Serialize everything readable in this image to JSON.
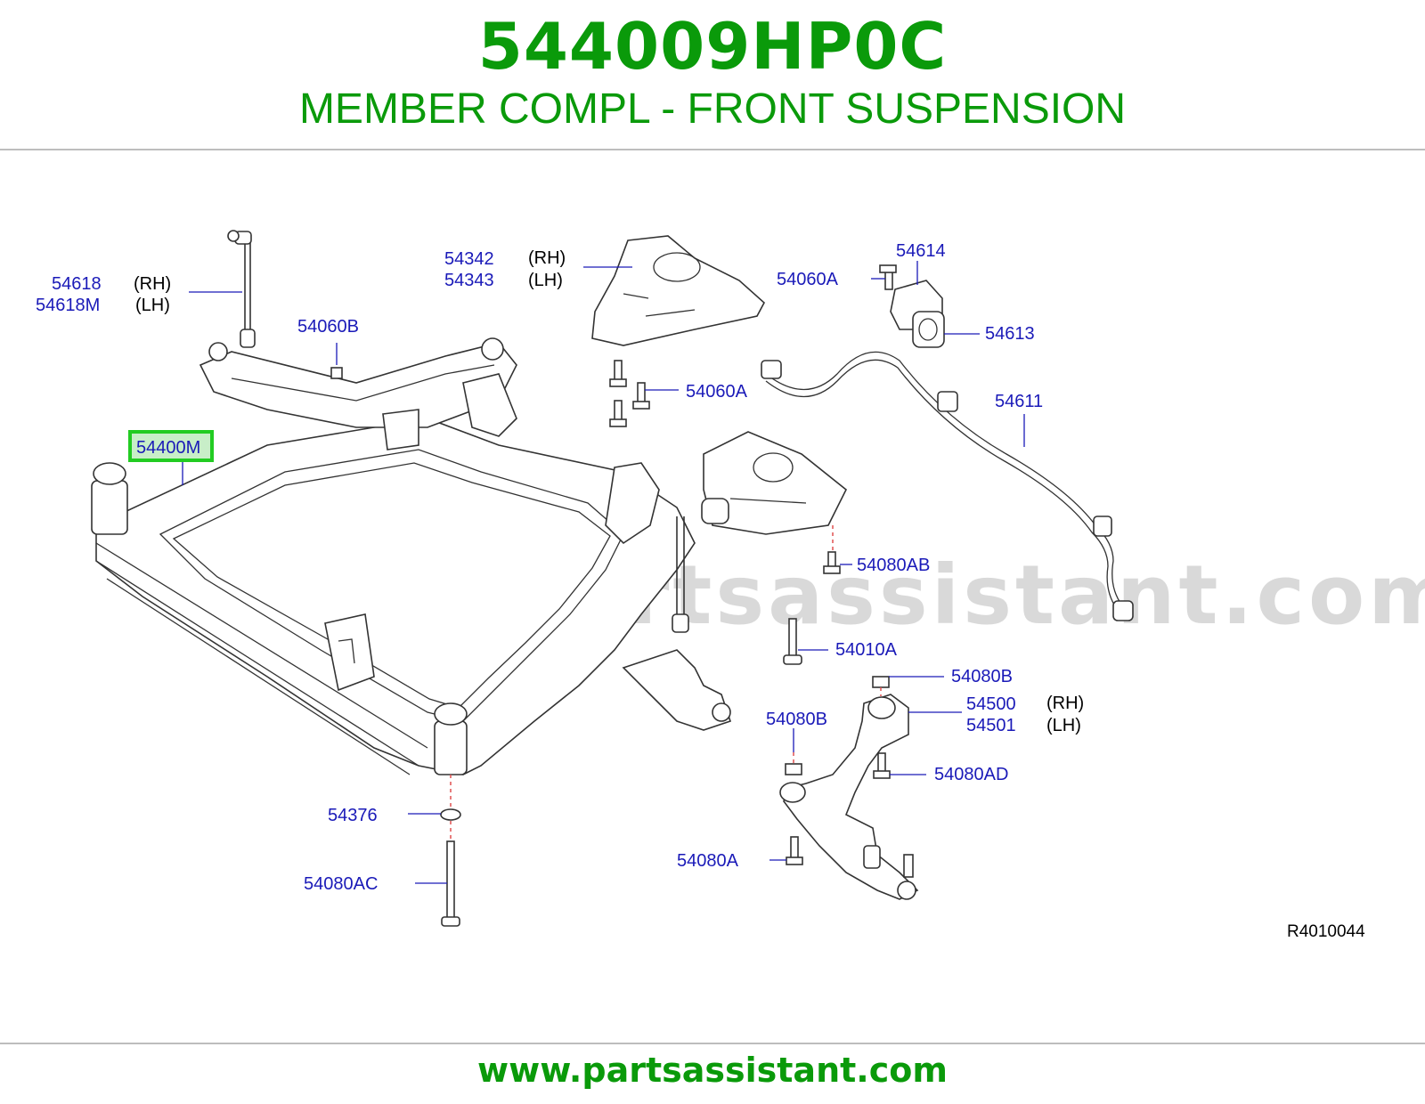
{
  "header": {
    "part_number": "544009HP0C",
    "description": "MEMBER COMPL - FRONT SUSPENSION"
  },
  "watermark": "www.partsassistant.com",
  "footer": {
    "url": "www.partsassistant.com"
  },
  "diagram": {
    "reference": "R4010044",
    "highlight_color": "#22cc22",
    "callouts": {
      "c54618": "54618",
      "c54618M": "54618M",
      "rh1": "(RH)",
      "lh1": "(LH)",
      "c54342": "54342",
      "c54343": "54343",
      "rh2": "(RH)",
      "lh2": "(LH)",
      "c54060B": "54060B",
      "c54060A_top": "54060A",
      "c54614": "54614",
      "c54613": "54613",
      "c54060A_mid": "54060A",
      "c54611": "54611",
      "c54400M": "54400M",
      "c54080AB": "54080AB",
      "c54010A": "54010A",
      "c54080B_top": "54080B",
      "c54500": "54500",
      "c54501": "54501",
      "rh3": "(RH)",
      "lh3": "(LH)",
      "c54080B_left": "54080B",
      "c54080AD": "54080AD",
      "c54376": "54376",
      "c54080AC": "54080AC",
      "c54080A": "54080A"
    }
  }
}
